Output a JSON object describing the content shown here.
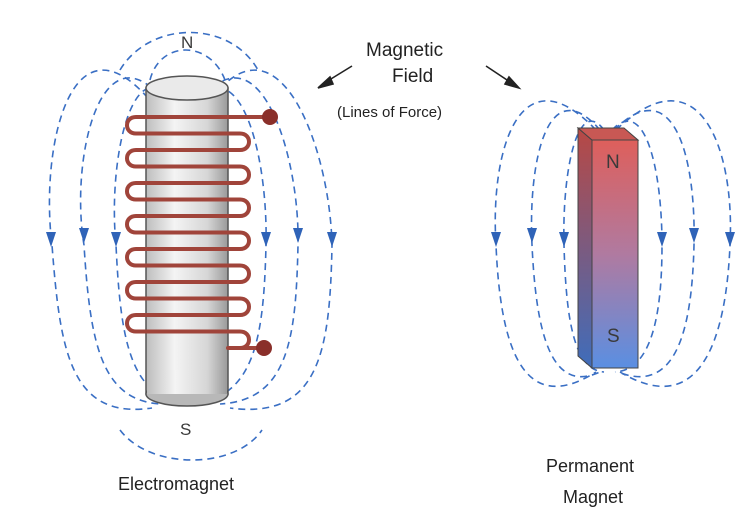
{
  "labels": {
    "field_line1": "Magnetic",
    "field_line2": "Field",
    "field_line3": "(Lines of Force)",
    "electromagnet_caption": "Electromagnet",
    "permanent_caption_line1": "Permanent",
    "permanent_caption_line2": "Magnet"
  },
  "electromagnet": {
    "north_label": "N",
    "south_label": "S",
    "coil_turns": 7
  },
  "permanent_magnet": {
    "north_label": "N",
    "south_label": "S"
  },
  "colors": {
    "field_line": "#3a6fc4",
    "coil": "#a0443a",
    "core_light": "#f2f2f2",
    "core_dark": "#9a9a9a",
    "magnet_north": "#d9605e",
    "magnet_south": "#5a8ee0"
  }
}
